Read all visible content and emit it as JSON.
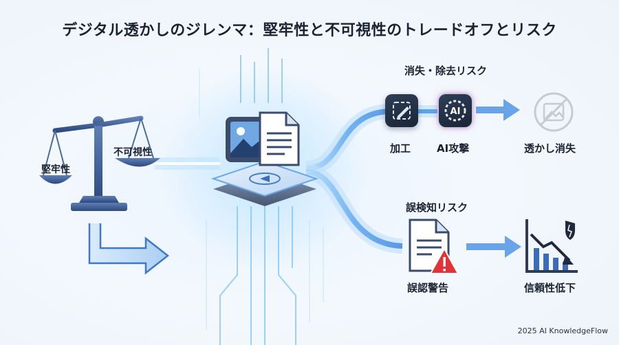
{
  "title": "デジタル透かしのジレンマ：堅牢性と不可視性のトレードオフとリスク",
  "scale": {
    "left_label": "堅牢性",
    "right_label": "不可視性"
  },
  "risk_removal": {
    "heading": "消失・除去リスク",
    "steps": [
      {
        "label": "加工",
        "icon": "edit-icon"
      },
      {
        "label": "AI攻撃",
        "icon": "ai-chip-icon"
      },
      {
        "label": "透かし消失",
        "icon": "image-removed-icon"
      }
    ]
  },
  "risk_false_detection": {
    "heading": "誤検知リスク",
    "steps": [
      {
        "label": "誤認警告",
        "icon": "document-warning-icon"
      },
      {
        "label": "信頼性低下",
        "icon": "decline-chart-icon"
      }
    ]
  },
  "center_icons": [
    "image-icon",
    "document-icon",
    "platform-icon"
  ],
  "ai_badge_text": "AI",
  "colors": {
    "accent": "#3f8fe6",
    "glow": "#8fd0ff",
    "dark_icon": "#1f2a3f",
    "warning": "#e0343a"
  },
  "footer": "2025 AI KnowledgeFlow"
}
